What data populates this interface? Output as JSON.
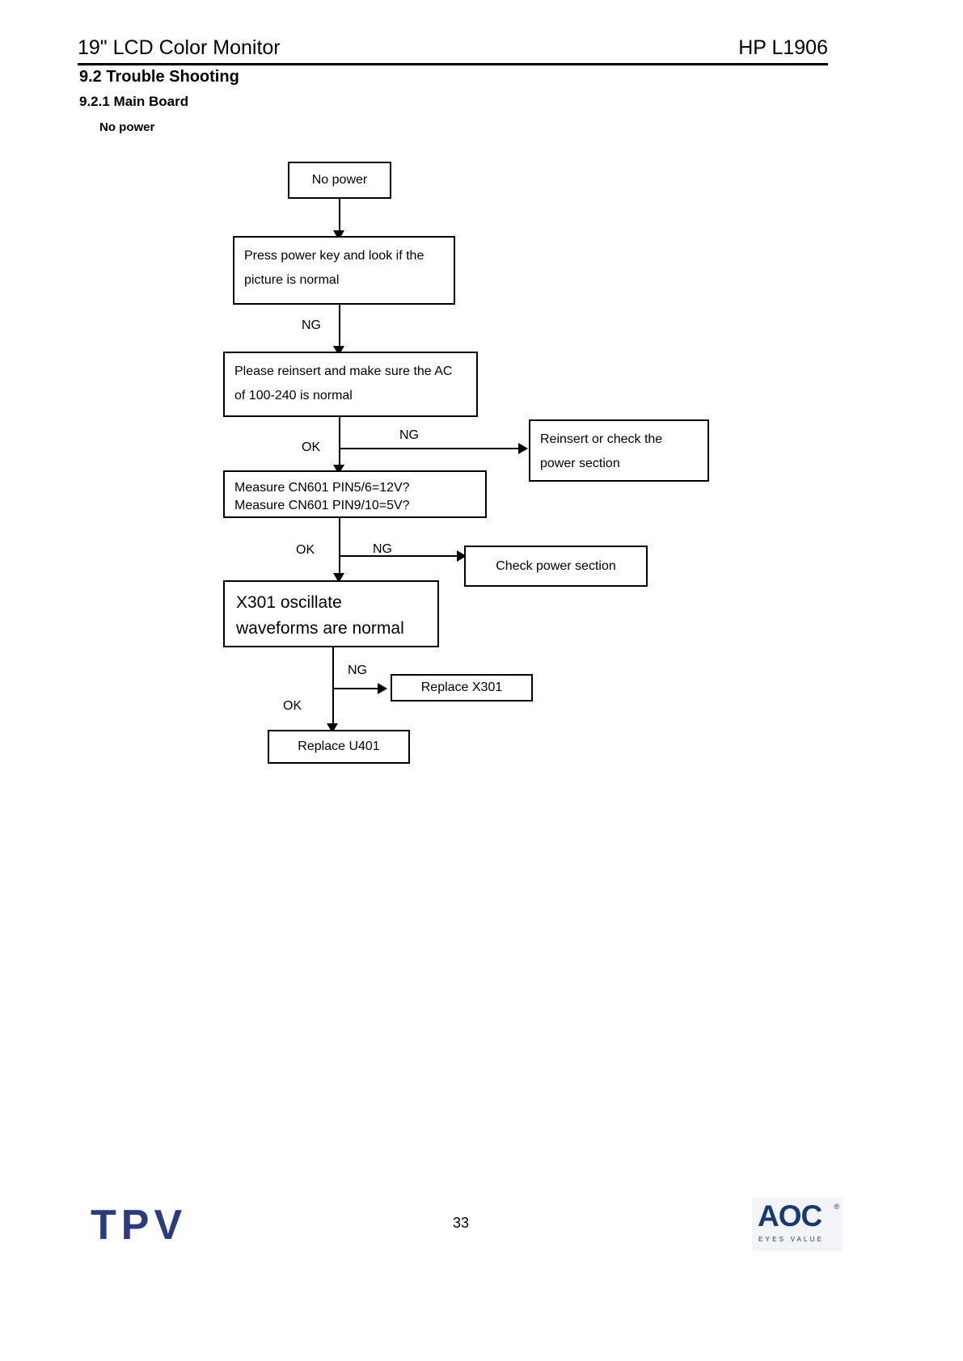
{
  "header": {
    "doc_title": "19\" LCD Color Monitor",
    "doc_model": "HP L1906"
  },
  "headings": {
    "section": "9.2 Trouble Shooting",
    "subsection": "9.2.1 Main Board",
    "topic": "No power"
  },
  "flowchart": {
    "nodes": {
      "start": "No power",
      "press_power": "Press power key and look if the picture is normal",
      "reinsert_ac": "Please reinsert and make sure the AC of 100-240 is normal",
      "reinsert_check": "Reinsert or check the power section",
      "measure_line1": "Measure CN601 PIN5/6=12V?",
      "measure_line2": "Measure CN601 PIN9/10=5V?",
      "check_power": "Check power section",
      "x301": "X301 oscillate waveforms are normal",
      "replace_x301": "Replace X301",
      "replace_u401": "Replace U401"
    },
    "edge_labels": {
      "ng1": "NG",
      "ok1": "OK",
      "ng2": "NG",
      "ok2": "OK",
      "ng3": "NG",
      "ok3": "OK",
      "ng4": "NG"
    }
  },
  "footer": {
    "tpv_logo": "TPV",
    "page_number": "33",
    "aoc_mark": "AOC",
    "aoc_registered": "®",
    "aoc_tagline": "EYES VALUE"
  }
}
